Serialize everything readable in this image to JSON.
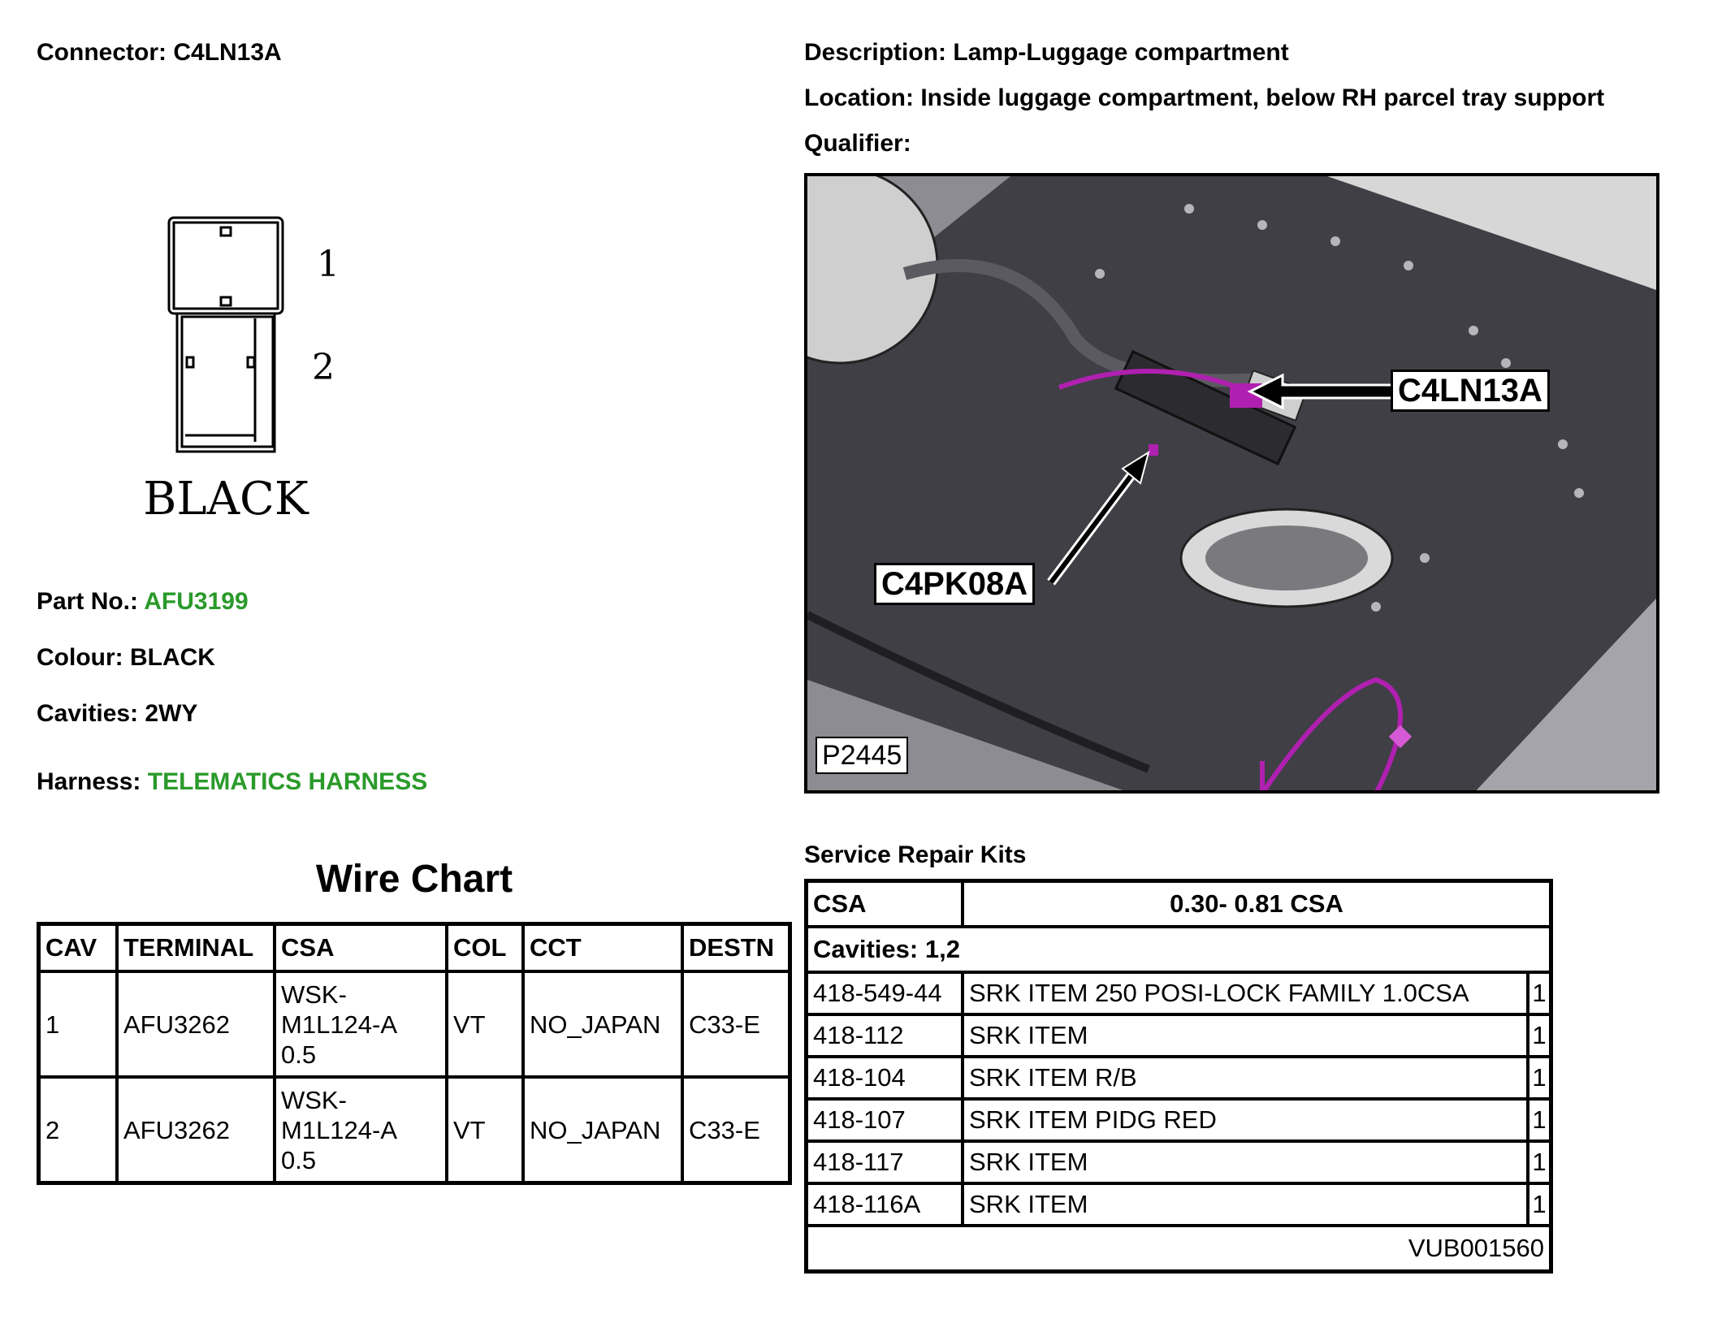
{
  "header": {
    "connector_label": "Connector:",
    "connector_value": "C4LN13A",
    "description_label": "Description:",
    "description_value": "Lamp-Luggage compartment",
    "location_label": "Location:",
    "location_value": "Inside luggage compartment, below RH parcel tray support",
    "qualifier_label": "Qualifier:"
  },
  "connector_diagram": {
    "pin_1": "1",
    "pin_2": "2",
    "colour_caption": "BLACK"
  },
  "details": {
    "part_no_label": "Part No.:",
    "part_no_value": "AFU3199",
    "colour_label": "Colour:",
    "colour_value": "BLACK",
    "cavities_label": "Cavities:",
    "cavities_value": "2WY",
    "harness_label": "Harness:",
    "harness_value": "TELEMATICS HARNESS",
    "accent_color": "#2a9a2a"
  },
  "photo": {
    "callout_main": "C4LN13A",
    "callout_secondary": "C4PK08A",
    "reference": "P2445",
    "harness_color": "#b020b0"
  },
  "wire_chart": {
    "title": "Wire Chart",
    "headers": [
      "CAV",
      "TERMINAL",
      "CSA",
      "COL",
      "CCT",
      "DESTN"
    ],
    "rows": [
      {
        "cav": "1",
        "terminal": "AFU3262",
        "csa_1": "WSK-",
        "csa_2": "M1L124-A",
        "csa_3": "0.5",
        "col": "VT",
        "cct": "NO_JAPAN",
        "destn": "C33-E"
      },
      {
        "cav": "2",
        "terminal": "AFU3262",
        "csa_1": "WSK-",
        "csa_2": "M1L124-A",
        "csa_3": "0.5",
        "col": "VT",
        "cct": "NO_JAPAN",
        "destn": "C33-E"
      }
    ]
  },
  "repair_kits": {
    "title": "Service Repair Kits",
    "csa_label": "CSA",
    "csa_range": "0.30- 0.81 CSA",
    "cavities": "Cavities: 1,2",
    "items": [
      {
        "part": "418-549-44",
        "desc": "SRK ITEM 250 POSI-LOCK FAMILY 1.0CSA",
        "qty": "1"
      },
      {
        "part": "418-112",
        "desc": "SRK ITEM",
        "qty": "1"
      },
      {
        "part": "418-104",
        "desc": "SRK ITEM R/B",
        "qty": "1"
      },
      {
        "part": "418-107",
        "desc": "SRK ITEM PIDG RED",
        "qty": "1"
      },
      {
        "part": "418-117",
        "desc": "SRK ITEM",
        "qty": "1"
      },
      {
        "part": "418-116A",
        "desc": "SRK ITEM",
        "qty": "1"
      }
    ],
    "reference": "VUB001560"
  }
}
